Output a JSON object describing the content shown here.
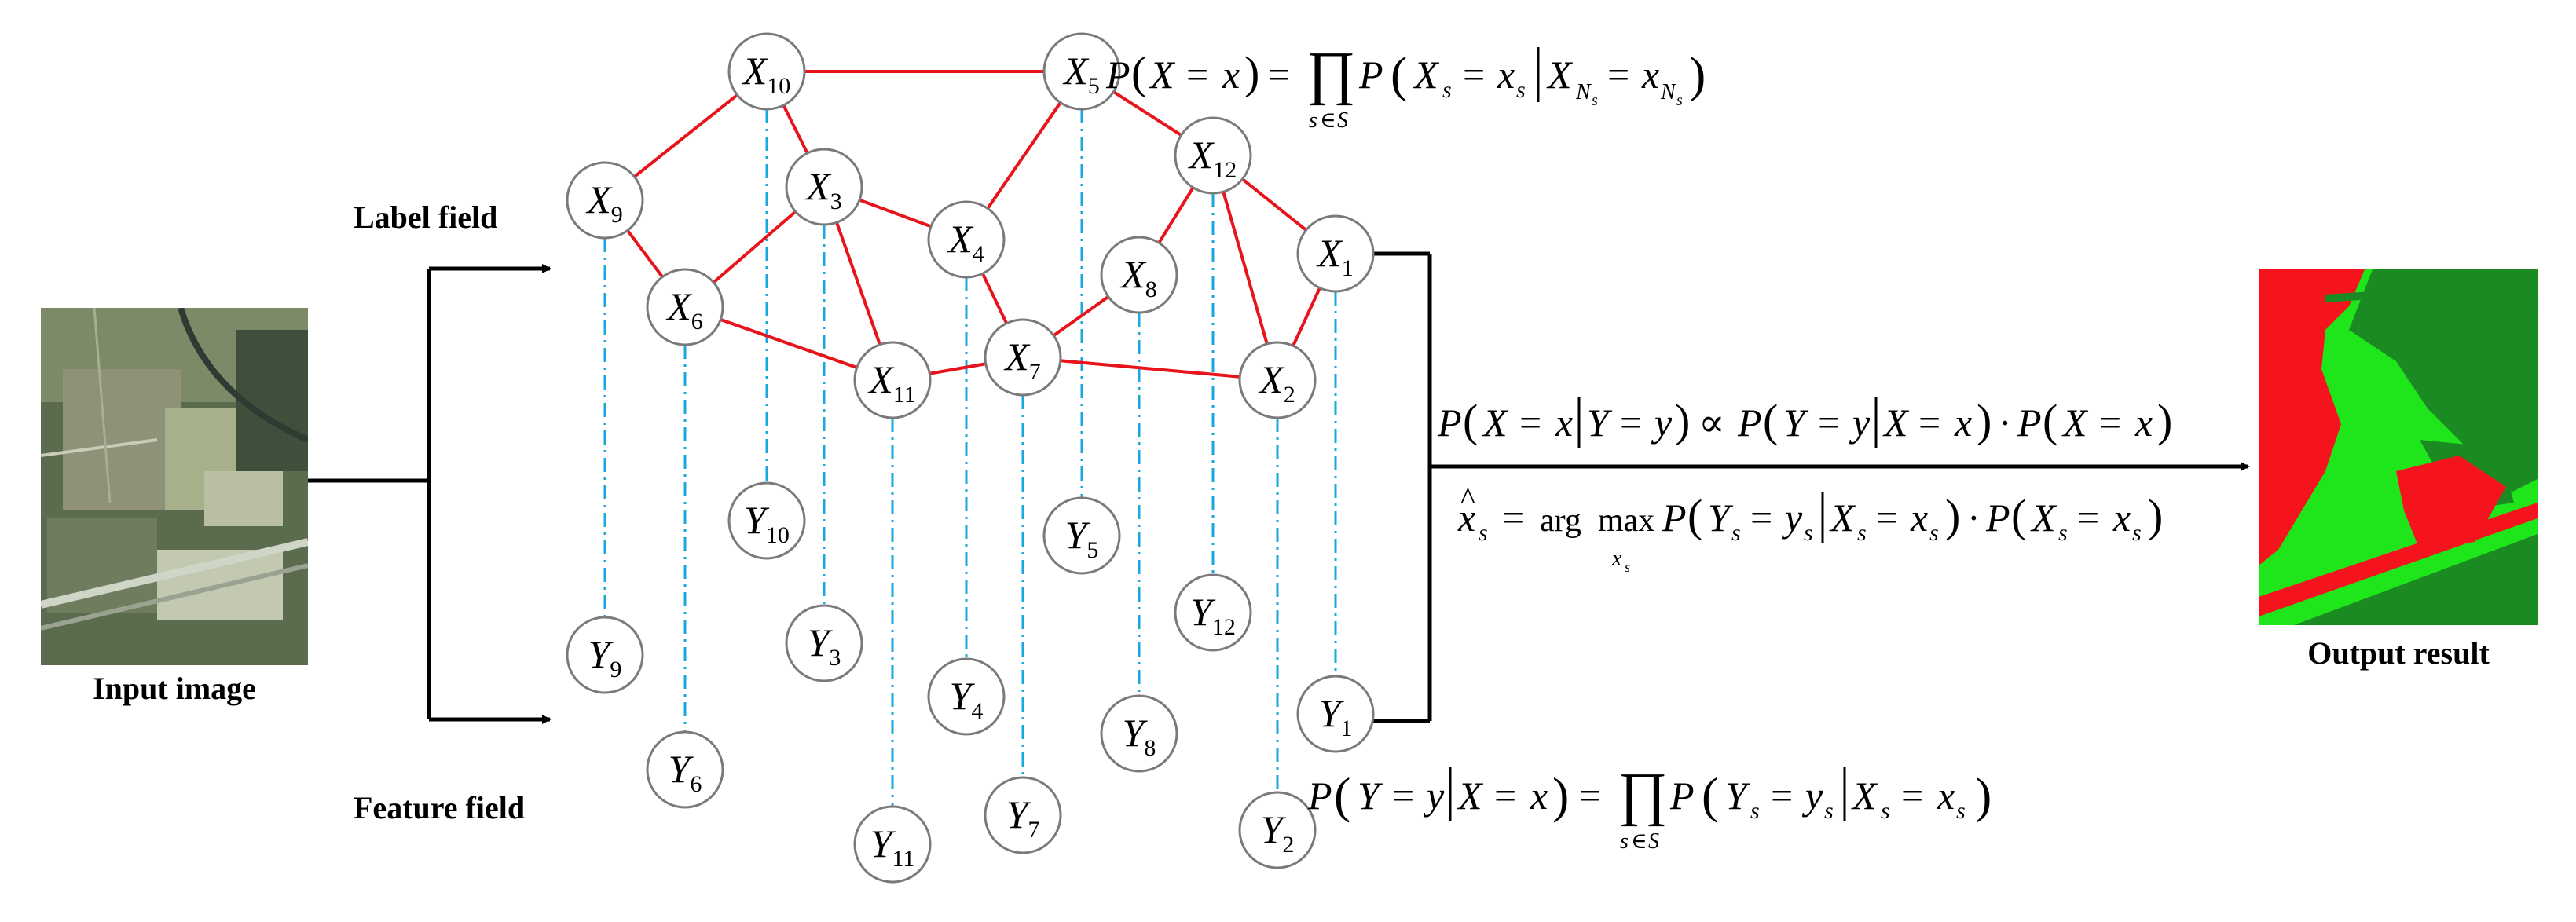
{
  "labels": {
    "label_field": "Label field",
    "feature_field": "Feature field",
    "input_image": "Input image",
    "output_result": "Output result"
  },
  "x_nodes": [
    {
      "id": "X10",
      "sub": "10"
    },
    {
      "id": "X5",
      "sub": "5"
    },
    {
      "id": "X9",
      "sub": "9"
    },
    {
      "id": "X3",
      "sub": "3"
    },
    {
      "id": "X12",
      "sub": "12"
    },
    {
      "id": "X4",
      "sub": "4"
    },
    {
      "id": "X1",
      "sub": "1"
    },
    {
      "id": "X8",
      "sub": "8"
    },
    {
      "id": "X6",
      "sub": "6"
    },
    {
      "id": "X11",
      "sub": "11"
    },
    {
      "id": "X7",
      "sub": "7"
    },
    {
      "id": "X2",
      "sub": "2"
    }
  ],
  "y_nodes": [
    {
      "id": "Y10",
      "sub": "10"
    },
    {
      "id": "Y5",
      "sub": "5"
    },
    {
      "id": "Y12",
      "sub": "12"
    },
    {
      "id": "Y9",
      "sub": "9"
    },
    {
      "id": "Y3",
      "sub": "3"
    },
    {
      "id": "Y4",
      "sub": "4"
    },
    {
      "id": "Y1",
      "sub": "1"
    },
    {
      "id": "Y8",
      "sub": "8"
    },
    {
      "id": "Y6",
      "sub": "6"
    },
    {
      "id": "Y7",
      "sub": "7"
    },
    {
      "id": "Y11",
      "sub": "11"
    },
    {
      "id": "Y2",
      "sub": "2"
    }
  ],
  "edges": [
    [
      "X10",
      "X5"
    ],
    [
      "X10",
      "X9"
    ],
    [
      "X10",
      "X3"
    ],
    [
      "X9",
      "X6"
    ],
    [
      "X3",
      "X6"
    ],
    [
      "X3",
      "X4"
    ],
    [
      "X3",
      "X11"
    ],
    [
      "X6",
      "X11"
    ],
    [
      "X5",
      "X4"
    ],
    [
      "X5",
      "X12"
    ],
    [
      "X4",
      "X7"
    ],
    [
      "X11",
      "X7"
    ],
    [
      "X7",
      "X8"
    ],
    [
      "X7",
      "X2"
    ],
    [
      "X8",
      "X12"
    ],
    [
      "X12",
      "X1"
    ],
    [
      "X12",
      "X2"
    ],
    [
      "X1",
      "X2"
    ]
  ],
  "dashed_links": [
    [
      "X10",
      "Y10"
    ],
    [
      "X5",
      "Y5"
    ],
    [
      "X12",
      "Y12"
    ],
    [
      "X9",
      "Y9"
    ],
    [
      "X3",
      "Y3"
    ],
    [
      "X4",
      "Y4"
    ],
    [
      "X1",
      "Y1"
    ],
    [
      "X8",
      "Y8"
    ],
    [
      "X6",
      "Y6"
    ],
    [
      "X7",
      "Y7"
    ],
    [
      "X11",
      "Y11"
    ],
    [
      "X2",
      "Y2"
    ]
  ],
  "colors": {
    "edge": "#e8141c",
    "dashed": "#1aa7e0",
    "node_stroke": "#7a7a7a",
    "arrow": "#000000",
    "output_red": "#f5141e",
    "output_bright_green": "#1ee61a",
    "output_dark_green": "#1b8a22"
  }
}
